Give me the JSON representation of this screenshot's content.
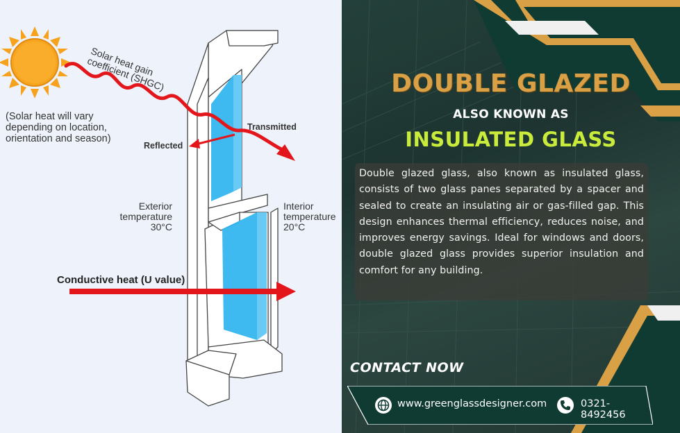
{
  "diagram": {
    "labels": {
      "shgc": "Solar heat gain\ncoefficient (SHGC)",
      "solar_note": "(Solar heat will vary\ndepending on location,\norientation and season)",
      "transmitted": "Transmitted",
      "reflected": "Reflected",
      "exterior": "Exterior\ntemperature\n30°C",
      "interior": "Interior\ntemperature\n20°C",
      "conductive": "Conductive heat (U value)"
    },
    "colors": {
      "sun": "#f6a21c",
      "arrow": "#e3161b",
      "glass": "#35b6ef"
    }
  },
  "panel": {
    "title": "DOUBLE GLAZED",
    "subtitle": "ALSO KNOWN AS",
    "title2": "INSULATED GLASS",
    "description": "Double glazed glass, also known as insulated glass, consists of two glass panes separated by a spacer and sealed to create an insulating air or gas-filled gap. This design enhances thermal efficiency, reduces noise, and improves energy savings. Ideal for windows and doors, double glazed glass provides superior insulation and comfort for any building.",
    "contact_heading": "CONTACT NOW",
    "website": "www.greenglassdesigner.com",
    "phone": "0321-8492456",
    "colors": {
      "gold": "#d9a046",
      "lime": "#c9ec3c",
      "dark_green": "#0f3b33"
    },
    "icons": {
      "website": "globe-icon",
      "phone": "phone-icon"
    }
  }
}
